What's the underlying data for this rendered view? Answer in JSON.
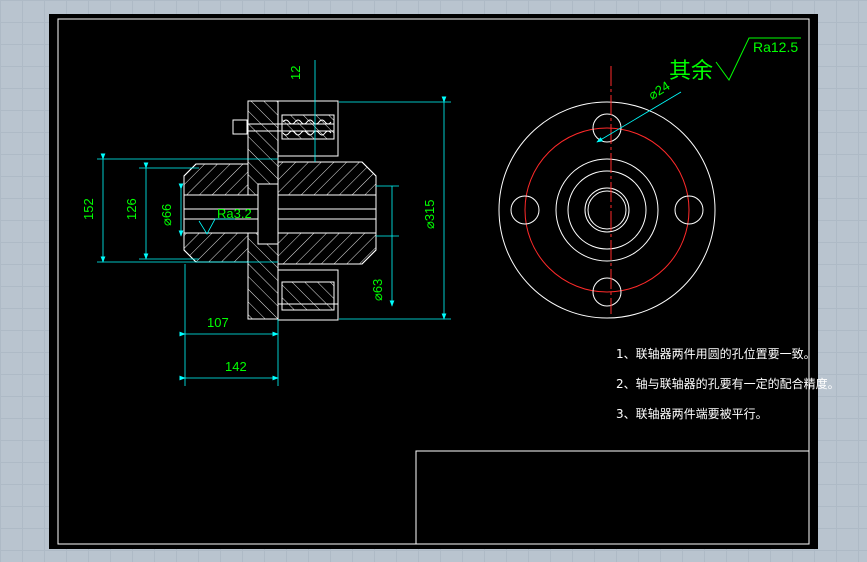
{
  "dimensions": {
    "keyway": "12",
    "d152": "152",
    "d126": "126",
    "d66": "⌀66",
    "ra32": "Ra3.2",
    "d315": "⌀315",
    "d63": "⌀63",
    "len107": "107",
    "len142": "142",
    "hole24": "⌀24"
  },
  "surface_finish": {
    "prefix": "其余",
    "value": "Ra12.5"
  },
  "notes": [
    "1、联轴器两件用圆的孔位置要一致。",
    "2、轴与联轴器的孔要有一定的配合精度。",
    "3、联轴器两件端要被平行。"
  ],
  "colors": {
    "line": "#ffffff",
    "dimension": "#00ffff",
    "dim_text": "#00ff00",
    "center": "#ff2a2a"
  }
}
